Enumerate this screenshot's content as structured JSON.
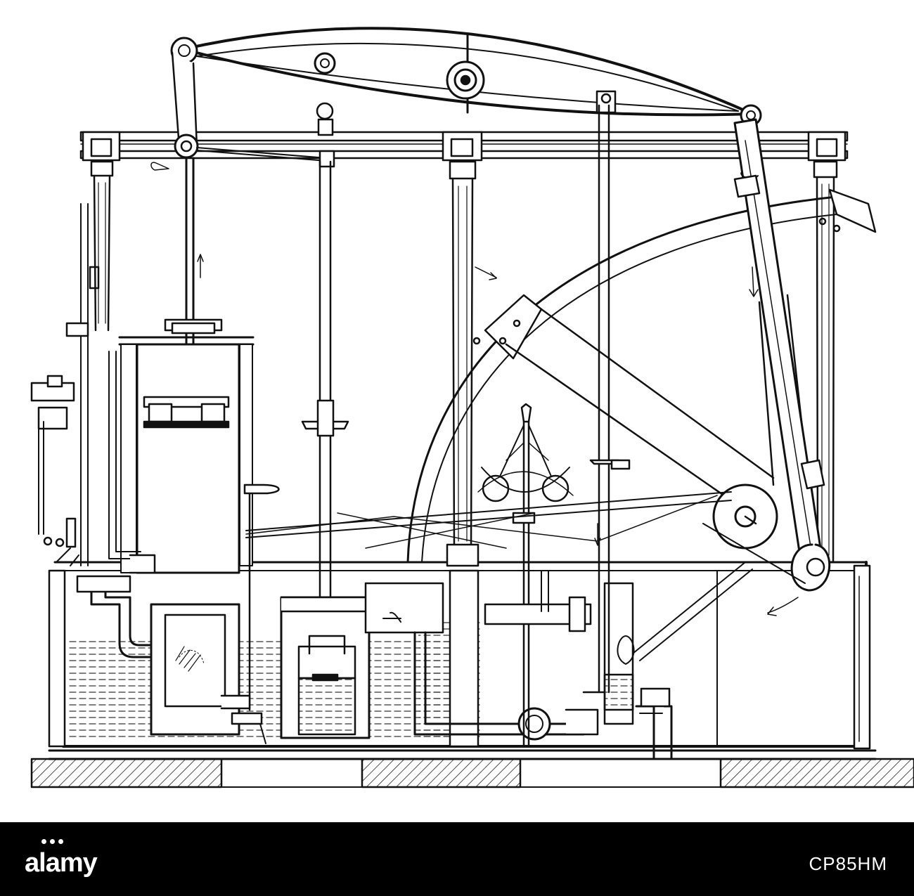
{
  "image": {
    "subject": "engraving"
  },
  "watermark": {
    "logo_text": "alamy",
    "image_id": "CP85HM",
    "background": "#000000",
    "foreground": "#ffffff"
  }
}
